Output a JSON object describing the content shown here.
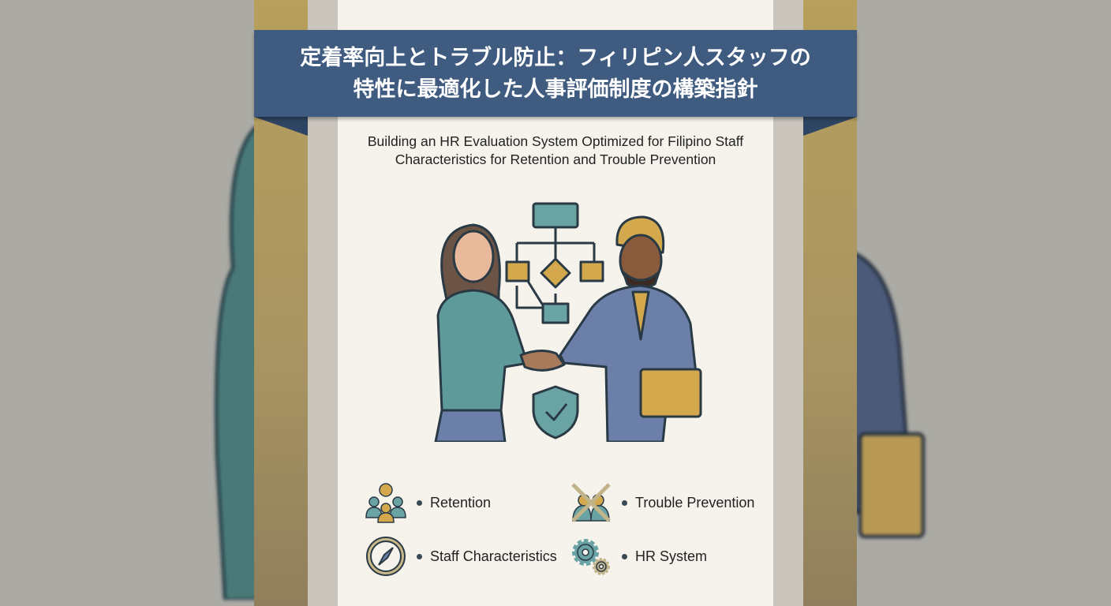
{
  "title": {
    "line1": "定着率向上とトラブル防止：フィリピン人スタッフの",
    "line2": "特性に最適化した人事評価制度の構築指針"
  },
  "subtitle": {
    "line1": "Building an HR Evaluation System Optimized for Filipino Staff",
    "line2": "Characteristics for Retention and Trouble Prevention"
  },
  "items": [
    {
      "label": "Retention",
      "icon": "people-group-icon"
    },
    {
      "label": "Trouble Prevention",
      "icon": "crossed-conflict-icon"
    },
    {
      "label": "Staff Characteristics",
      "icon": "compass-icon"
    },
    {
      "label": "HR System",
      "icon": "gears-icon"
    }
  ],
  "colors": {
    "banner": "#3f5b7f",
    "gold": "#b79f5c",
    "teal": "#5f9a9a",
    "panel": "#f6f3ec"
  }
}
